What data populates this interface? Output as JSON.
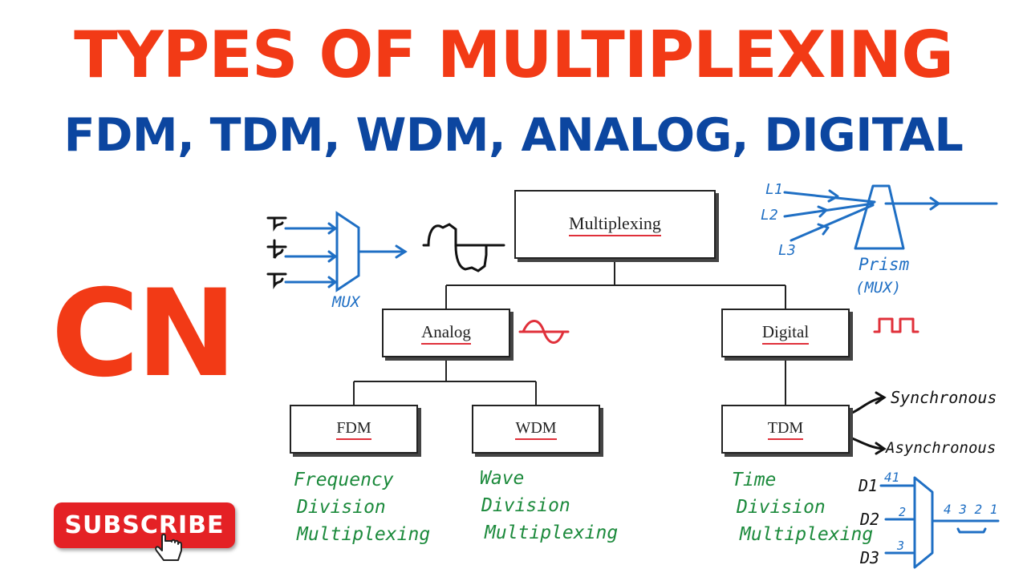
{
  "header": {
    "title": "TYPES OF MULTIPLEXING",
    "subtitle": "FDM, TDM, WDM, ANALOG, DIGITAL"
  },
  "badge": {
    "label": "CN"
  },
  "subscribe": {
    "label": "SUBSCRIBE"
  },
  "tree": {
    "root": "Multiplexing",
    "analog": "Analog",
    "digital": "Digital",
    "fdm": "FDM",
    "wdm": "WDM",
    "tdm": "TDM"
  },
  "notes": {
    "fdm": [
      "Frequency",
      "Division",
      "Multiplexing"
    ],
    "wdm": [
      "Wave",
      "Division",
      "Multiplexing"
    ],
    "tdm": [
      "Time",
      "Division",
      "Multiplexing"
    ],
    "tdm_sync": "Synchronous",
    "tdm_async": "Asynchronous",
    "mux": "MUX",
    "prism_line1": "Prism",
    "prism_line2": "(MUX)",
    "l1": "L1",
    "l2": "L2",
    "l3": "L3",
    "d1": "D1",
    "d2": "D2",
    "d3": "D3",
    "bits_in": "41",
    "bits_2": "2",
    "bits_3": "3",
    "bits_out": "4 3 2 1"
  },
  "colors": {
    "title": "#f23a16",
    "subtitle": "#0c46a0",
    "ink_blue": "#1f6fc4",
    "ink_green": "#1c8a3c",
    "ink_red": "#e0303a",
    "subscribe_bg": "#e42125"
  }
}
